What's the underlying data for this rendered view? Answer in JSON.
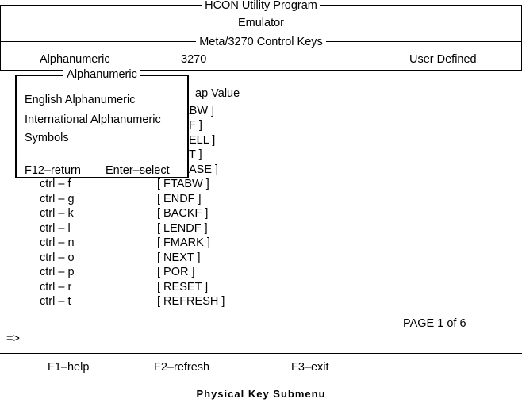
{
  "header": {
    "program_title": "HCON Utility Program",
    "subtitle": "Emulator",
    "section_title": "Meta/3270 Control Keys"
  },
  "columns": {
    "col1": "Alphanumeric",
    "col2": "3270",
    "col3": "User Defined"
  },
  "list_header_partial": "ap Value",
  "hidden_rows": [
    {
      "value_partial": "ABW  ]"
    },
    {
      "value_partial": "F  ]"
    },
    {
      "value_partial": "ELL  ]"
    },
    {
      "value_partial": "T  ]"
    },
    {
      "value_partial": "ASE  ]"
    }
  ],
  "rows": [
    {
      "key": "ctrl – f",
      "value": "[  FTABW  ]"
    },
    {
      "key": "ctrl – g",
      "value": "[  ENDF  ]"
    },
    {
      "key": "ctrl – k",
      "value": "[  BACKF  ]"
    },
    {
      "key": "ctrl – l",
      "value": "[  LENDF  ]"
    },
    {
      "key": "ctrl – n",
      "value": "[  FMARK  ]"
    },
    {
      "key": "ctrl – o",
      "value": "[  NEXT  ]"
    },
    {
      "key": "ctrl – p",
      "value": "[  POR  ]"
    },
    {
      "key": "ctrl – r",
      "value": "[  RESET  ]"
    },
    {
      "key": "ctrl – t",
      "value": "[  REFRESH  ]"
    }
  ],
  "page_indicator": "PAGE 1 of 6",
  "prompt": "=>",
  "popup": {
    "title": "Alphanumeric",
    "options": [
      "English Alphanumeric",
      "International Alphanumeric",
      "Symbols"
    ],
    "footer_return": "F12–return",
    "footer_select": "Enter–select"
  },
  "function_keys": {
    "help": "F1–help",
    "refresh": "F2–refresh",
    "exit": "F3–exit"
  },
  "caption": "Physical Key Submenu"
}
